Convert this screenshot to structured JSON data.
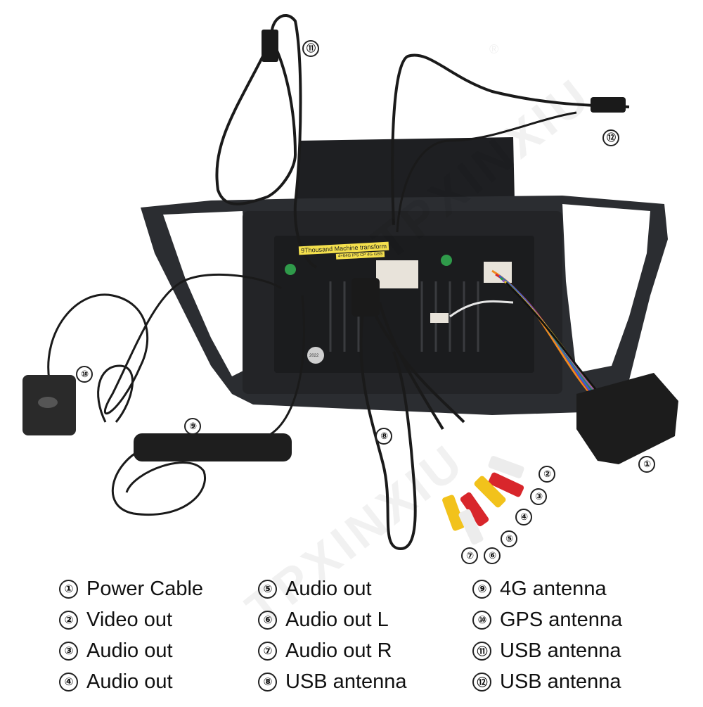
{
  "photo": {
    "watermark": "TPXINXIU",
    "registered_mark": "®",
    "sticker_text": "9Thousand Machine transform",
    "sticker_subtext": "4+64G IPS CP 4G GBS",
    "date_stamp": "2022"
  },
  "callouts": [
    "①",
    "②",
    "③",
    "④",
    "⑤",
    "⑥",
    "⑦",
    "⑧",
    "⑨",
    "⑩",
    "⑪",
    "⑫"
  ],
  "legend": [
    {
      "num": "①",
      "label": "Power Cable"
    },
    {
      "num": "②",
      "label": "Video out"
    },
    {
      "num": "③",
      "label": "Audio out"
    },
    {
      "num": "④",
      "label": "Audio out"
    },
    {
      "num": "⑤",
      "label": "Audio out"
    },
    {
      "num": "⑥",
      "label": "Audio out L"
    },
    {
      "num": "⑦",
      "label": "Audio out R"
    },
    {
      "num": "⑧",
      "label": "USB antenna"
    },
    {
      "num": "⑨",
      "label": "4G antenna"
    },
    {
      "num": "⑩",
      "label": "GPS antenna"
    },
    {
      "num": "⑪",
      "label": "USB antenna"
    },
    {
      "num": "⑫",
      "label": "USB antenna"
    }
  ],
  "colors": {
    "background": "#ffffff",
    "frame": "#2b2d31",
    "cable": "#1a1a1a",
    "rca_yellow": "#f2c21b",
    "rca_red": "#d8262b",
    "rca_white": "#ececec",
    "harness": [
      "#f08a1c",
      "#d8262b",
      "#3a5fd0",
      "#2e9a3c",
      "#8a4fc0",
      "#e0c21c",
      "#111111"
    ]
  }
}
